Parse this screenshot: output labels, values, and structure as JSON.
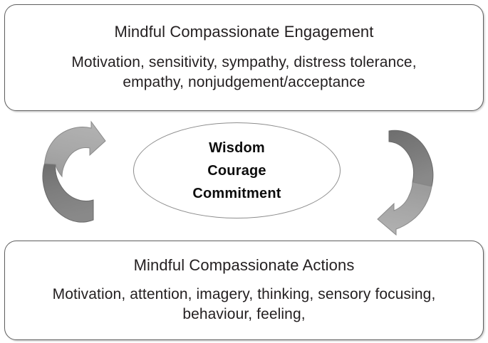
{
  "diagram": {
    "title_semantic": "mindful-compassionate-cycle",
    "colors": {
      "box_border": "#5e5e5e",
      "ellipse_border": "#8d8d8d",
      "text": "#231f20",
      "arrow_light_gray": "#a6a6a6",
      "arrow_dark_gray": "#808080",
      "arrow_outline": "#6f6f6f",
      "background": "#ffffff"
    }
  },
  "engagement_box": {
    "title": "Mindful Compassionate Engagement",
    "body_line_1": "Motivation, sensitivity, sympathy, distress tolerance,",
    "body_line_2": "empathy, nonjudgement/acceptance"
  },
  "actions_box": {
    "title": "Mindful Compassionate Actions",
    "body_line_1": "Motivation, attention, imagery, thinking, sensory focusing,",
    "body_line_2": "behaviour, feeling,"
  },
  "core": {
    "word_1": "Wisdom",
    "word_2": "Courage",
    "word_3": "Commitment"
  },
  "arrows": {
    "left": {
      "name": "curved-arrow-up-right",
      "direction": "upward",
      "description": "curved arrow on the left rising from bottom box to top box"
    },
    "right": {
      "name": "curved-arrow-down-left",
      "direction": "downward",
      "description": "curved arrow on the right descending from top box to bottom box"
    }
  }
}
